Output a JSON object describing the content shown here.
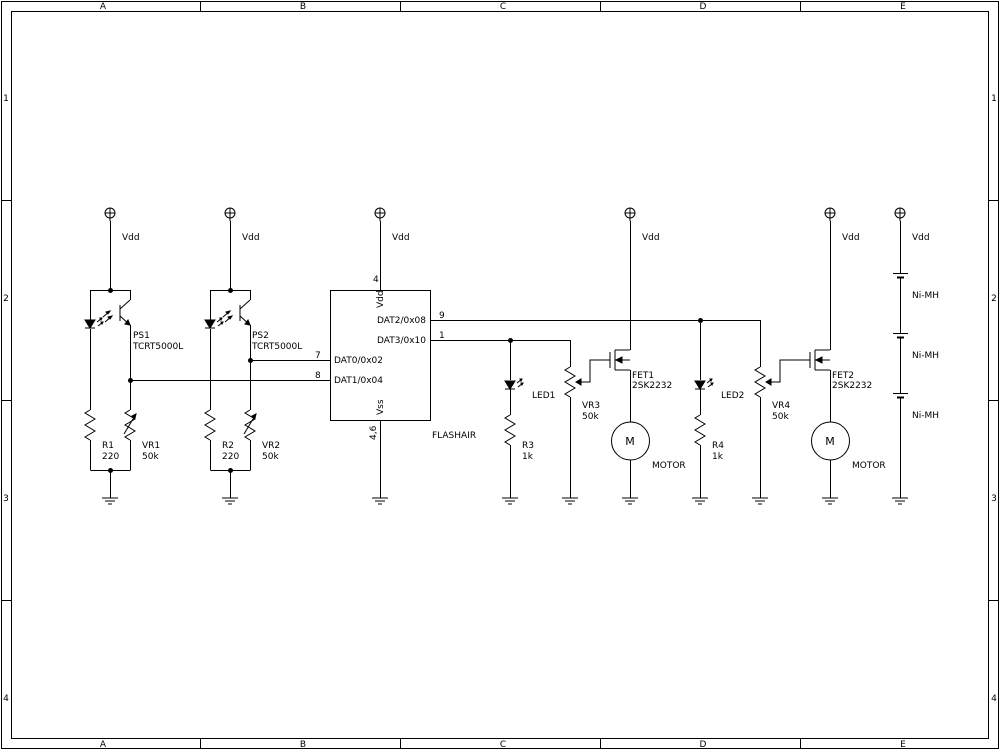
{
  "frame": {
    "columns": [
      "A",
      "B",
      "C",
      "D",
      "E"
    ],
    "rows": [
      "1",
      "2",
      "3",
      "4"
    ]
  },
  "power": {
    "vdd": "Vdd",
    "battery_cells": [
      "Ni-MH",
      "Ni-MH",
      "Ni-MH"
    ]
  },
  "ic": {
    "name": "FLASHAIR",
    "vdd_pin_label": "Vdd",
    "vss_pin_label": "Vss",
    "vdd_pin_no": "4",
    "vss_pin_no": "4,6",
    "pins": [
      {
        "label": "DAT2/0x08",
        "no": "9"
      },
      {
        "label": "DAT3/0x10",
        "no": "1"
      },
      {
        "label": "DAT0/0x02",
        "no": "7"
      },
      {
        "label": "DAT1/0x04",
        "no": "8"
      }
    ]
  },
  "parts": {
    "ps1": {
      "ref": "PS1",
      "value": "TCRT5000L"
    },
    "ps2": {
      "ref": "PS2",
      "value": "TCRT5000L"
    },
    "r1": {
      "ref": "R1",
      "value": "220"
    },
    "vr1": {
      "ref": "VR1",
      "value": "50k"
    },
    "r2": {
      "ref": "R2",
      "value": "220"
    },
    "vr2": {
      "ref": "VR2",
      "value": "50k"
    },
    "led1": {
      "ref": "LED1"
    },
    "r3": {
      "ref": "R3",
      "value": "1k"
    },
    "vr3": {
      "ref": "VR3",
      "value": "50k"
    },
    "fet1": {
      "ref": "FET1",
      "value": "2SK2232"
    },
    "motor1": {
      "label": "MOTOR",
      "symbol": "M"
    },
    "led2": {
      "ref": "LED2"
    },
    "r4": {
      "ref": "R4",
      "value": "1k"
    },
    "vr4": {
      "ref": "VR4",
      "value": "50k"
    },
    "fet2": {
      "ref": "FET2",
      "value": "2SK2232"
    },
    "motor2": {
      "label": "MOTOR",
      "symbol": "M"
    }
  }
}
